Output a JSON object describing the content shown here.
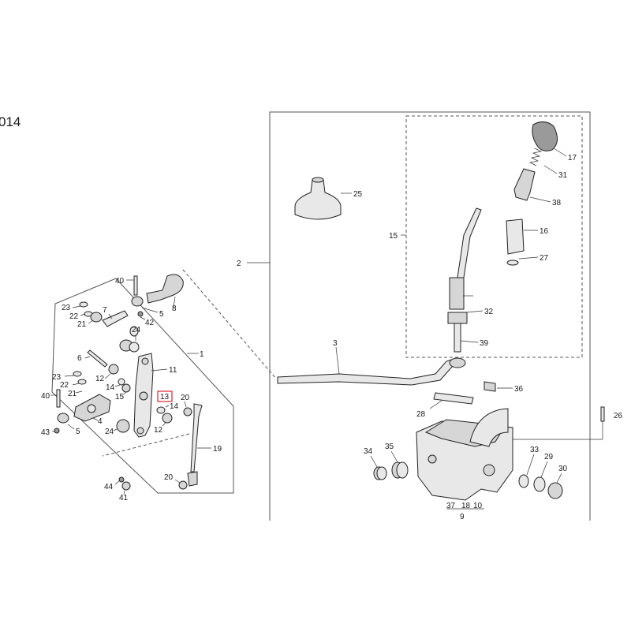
{
  "diagram": {
    "title_fragment": "014",
    "highlighted_callout": "13",
    "callouts": {
      "c1": "1",
      "c2": "2",
      "c3": "3",
      "c4": "4",
      "c5a": "5",
      "c5b": "5",
      "c6": "6",
      "c7": "7",
      "c8": "8",
      "c9": "9",
      "c10": "10",
      "c11": "11",
      "c12a": "12",
      "c12b": "12",
      "c13": "13",
      "c14a": "14",
      "c14b": "14",
      "c15a": "15",
      "c15b": "15",
      "c16": "16",
      "c17": "17",
      "c18": "18",
      "c19": "19",
      "c20a": "20",
      "c20b": "20",
      "c21a": "21",
      "c21b": "21",
      "c22a": "22",
      "c22b": "22",
      "c23a": "23",
      "c23b": "23",
      "c24a": "24",
      "c24b": "24",
      "c25": "25",
      "c26": "26",
      "c27": "27",
      "c28": "28",
      "c29": "29",
      "c30": "30",
      "c31": "31",
      "c32": "32",
      "c33": "33",
      "c34": "34",
      "c35": "35",
      "c36": "36",
      "c37": "37",
      "c38": "38",
      "c39": "39",
      "c40a": "40",
      "c40b": "40",
      "c41": "41",
      "c42": "42",
      "c43": "43",
      "c44": "44"
    }
  }
}
